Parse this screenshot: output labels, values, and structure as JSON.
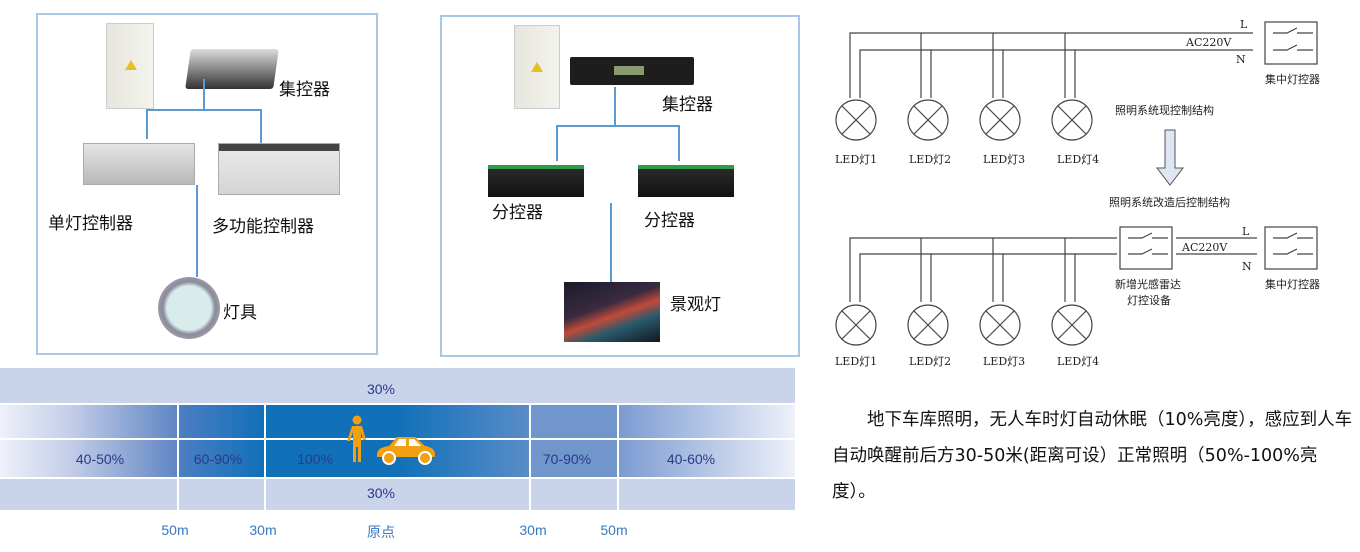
{
  "panel_left": {
    "central_controller": "集控器",
    "single_lamp_controller": "单灯控制器",
    "multi_function_controller": "多功能控制器",
    "lamp": "灯具"
  },
  "panel_middle": {
    "central_controller": "集控器",
    "sub_controller_1": "分控器",
    "sub_controller_2": "分控器",
    "landscape_light": "景观灯"
  },
  "band_chart": {
    "top_label": "30%",
    "bottom_label": "30%",
    "zones": [
      "40-50%",
      "60-90%",
      "100%",
      "70-90%",
      "40-60%"
    ],
    "axis": [
      "50m",
      "30m",
      "原点",
      "30m",
      "50m"
    ]
  },
  "wiring": {
    "L": "L",
    "N": "N",
    "voltage": "AC220V",
    "central_switch": "集中灯控器",
    "current_title": "照明系统现控制结构",
    "retrofit_title": "照明系统改造后控制结构",
    "new_device_line1": "新增光感雷达",
    "new_device_line2": "灯控设备",
    "lamps": [
      "LED灯1",
      "LED灯2",
      "LED灯3",
      "LED灯4"
    ]
  },
  "description": "地下车库照明，无人车时灯自动休眠（10%亮度），感应到人车自动唤醒前后方30-50米(距离可设）正常照明（50%-100%亮度）。"
}
